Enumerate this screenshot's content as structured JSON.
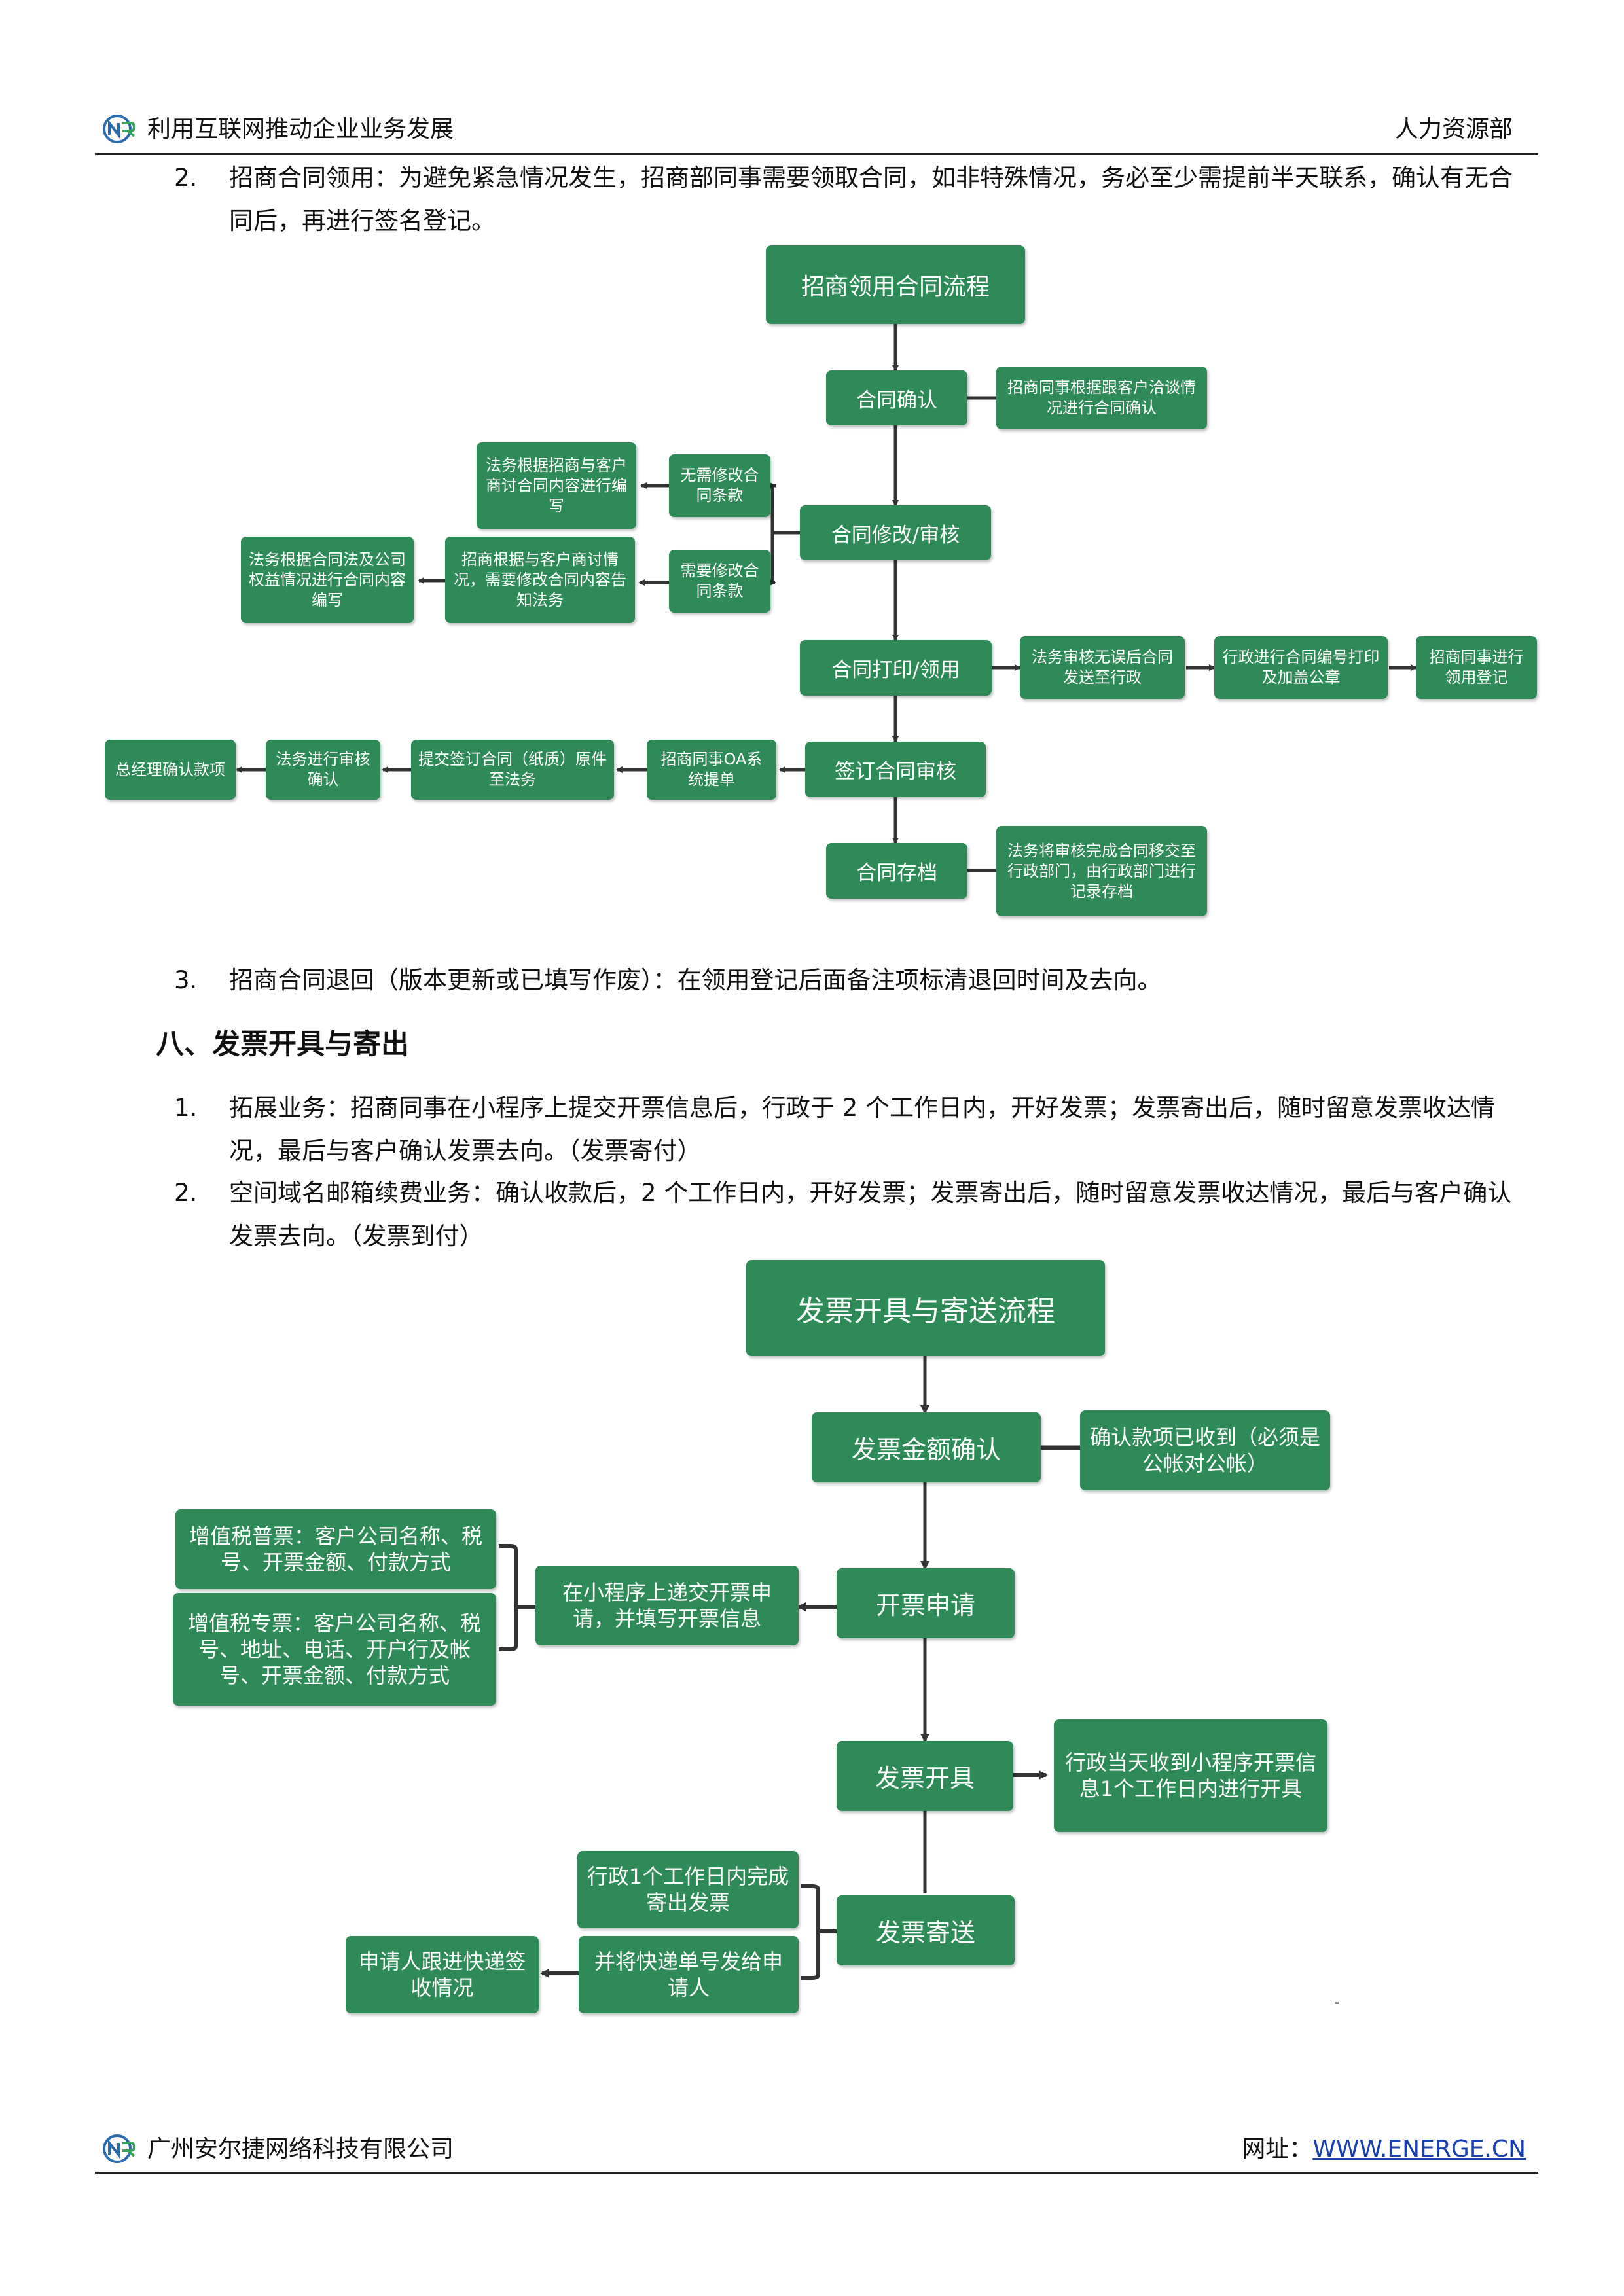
{
  "header": {
    "title": "利用互联网推动企业业务发展",
    "department": "人力资源部"
  },
  "paragraphs": {
    "p2_num": "2.",
    "p2_text": "招商合同领用：为避免紧急情况发生，招商部同事需要领取合同，如非特殊情况，务必至少需提前半天联系，确认有无合同后，再进行签名登记。",
    "p3_num": "3.",
    "p3_text": "招商合同退回（版本更新或已填写作废）：在领用登记后面备注项标清退回时间及去向。",
    "section_heading": "八、发票开具与寄出",
    "s1_num": "1.",
    "s1_text": "拓展业务：招商同事在小程序上提交开票信息后，行政于 2 个工作日内，开好发票；发票寄出后，随时留意发票收达情况，最后与客户确认发票去向。（发票寄付）",
    "s2_num": "2.",
    "s2_text": "空间域名邮箱续费业务：确认收款后，2 个工作日内，开好发票；发票寄出后，随时留意发票收达情况，最后与客户确认发票去向。（发票到付）"
  },
  "flow1": {
    "title": "招商领用合同流程",
    "confirm": "合同确认",
    "confirm_note": "招商同事根据跟客户洽谈情况进行合同确认",
    "modify": "合同修改/审核",
    "no_modify": "无需修改合同条款",
    "legal_draft": "法务根据招商与客户商讨合同内容进行编写",
    "need_modify": "需要修改合同条款",
    "sales_inform": "招商根据与客户商讨情况，需要修改合同内容告知法务",
    "legal_review": "法务根据合同法及公司权益情况进行合同内容编写",
    "print": "合同打印/领用",
    "print_note1": "法务审核无误后合同发送至行政",
    "print_note2": "行政进行合同编号打印及加盖公章",
    "print_note3": "招商同事进行领用登记",
    "sign": "签订合同审核",
    "oa": "招商同事OA系统提单",
    "submit": "提交签订合同（纸质）原件至法务",
    "legal_confirm": "法务进行审核确认",
    "gm_confirm": "总经理确认款项",
    "archive": "合同存档",
    "archive_note": "法务将审核完成合同移交至行政部门，由行政部门进行记录存档"
  },
  "flow2": {
    "title": "发票开具与寄送流程",
    "amount": "发票金额确认",
    "amount_note": "确认款项已收到（必须是公帐对公帐）",
    "apply": "开票申请",
    "apply_note": "在小程序上递交开票申请，并填写开票信息",
    "vat_normal": "增值税普票：客户公司名称、税号、开票金额、付款方式",
    "vat_special": "增值税专票：客户公司名称、税号、地址、电话、开户行及帐号、开票金额、付款方式",
    "issue": "发票开具",
    "issue_note": "行政当天收到小程序开票信息1个工作日内进行开具",
    "send": "发票寄送",
    "send_note1": "行政1个工作日内完成寄出发票",
    "send_note2": "并将快递单号发给申请人",
    "track": "申请人跟进快递签收情况",
    "dash": "-"
  },
  "footer": {
    "company": "广州安尔捷网络科技有限公司",
    "website_label": "网址：",
    "website_url": "WWW.ENERGE.CN"
  },
  "colors": {
    "box_green": "#2e8b57",
    "line": "#333333"
  }
}
